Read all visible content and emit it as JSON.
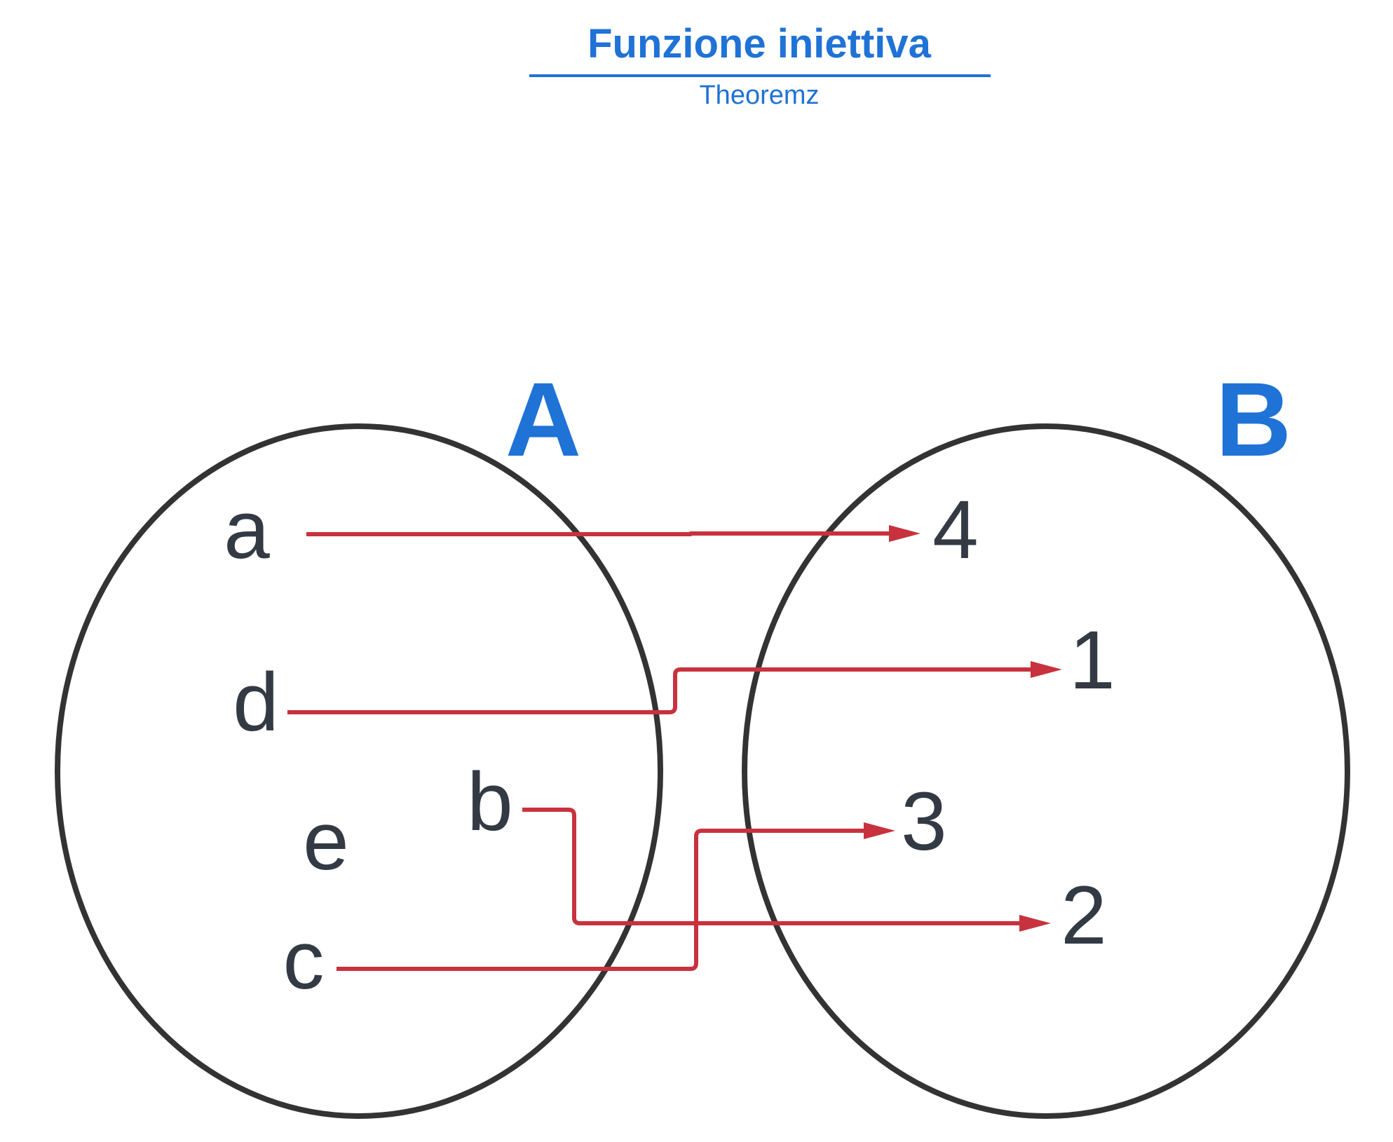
{
  "header": {
    "title": "Funzione iniettiva",
    "subtitle": "Theoremz"
  },
  "sets": {
    "domain": {
      "label": "A",
      "elements": [
        "a",
        "d",
        "e",
        "b",
        "c"
      ]
    },
    "codomain": {
      "label": "B",
      "elements": [
        "4",
        "1",
        "3",
        "2"
      ]
    }
  },
  "mappings": [
    {
      "from": "a",
      "to": "4"
    },
    {
      "from": "d",
      "to": "1"
    },
    {
      "from": "b",
      "to": "2"
    },
    {
      "from": "c",
      "to": "3"
    }
  ],
  "colors": {
    "title": "#1f72d6",
    "set_label": "#1f72d6",
    "element_text": "#333a44",
    "set_outline": "#333333",
    "mapping_arrow": "#c8313e"
  }
}
